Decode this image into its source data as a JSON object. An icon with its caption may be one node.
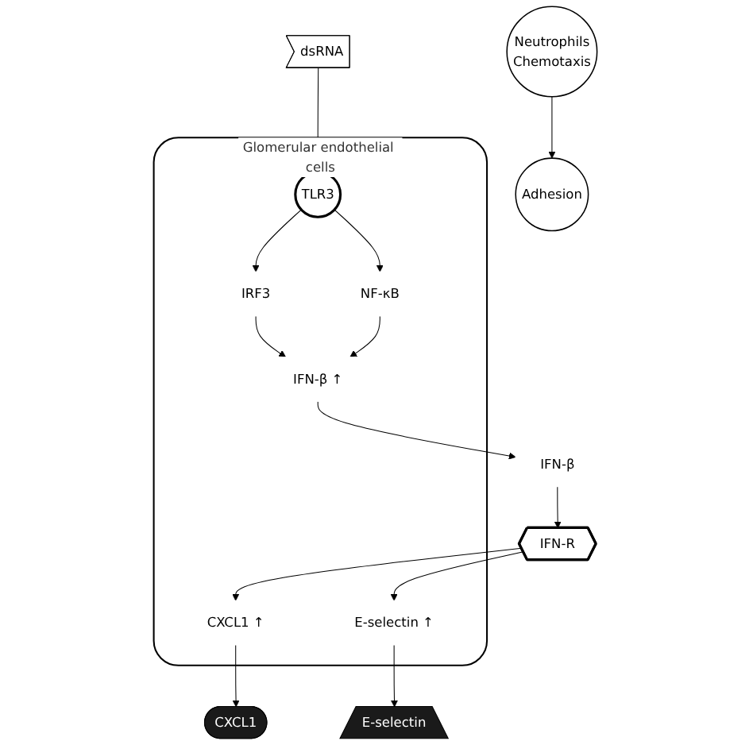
{
  "diagram": {
    "nodes": [
      {
        "text": [
          "Glomerular endothelial cells"
        ]
      },
      {
        "text": [
          "dsRNA"
        ]
      },
      {
        "text": [
          "TLR3"
        ],
        "in": 0
      },
      {
        "text": [
          "IRF3"
        ],
        "in": 0
      },
      {
        "text": [
          "NF-κB"
        ],
        "in": 0
      },
      {
        "text": [
          "IFN-β ↑"
        ],
        "in": 0
      },
      {
        "text": [
          "CXCL1 ↑"
        ],
        "in": 0
      },
      {
        "text": [
          "E-selectin ↑"
        ],
        "in": 0
      },
      {
        "text": [
          "IFN-R"
        ]
      },
      {
        "text": [
          "IFN-β"
        ]
      },
      {
        "text": [
          "CXCL1"
        ]
      },
      {
        "text": [
          "E-selectin"
        ]
      },
      {
        "text": [
          "Neutrophils",
          "Chemotaxis"
        ]
      },
      {
        "text": [
          "Adhesion"
        ]
      }
    ],
    "edges": [
      {
        "from": 1,
        "to": 2,
        "arrow": "to"
      },
      {
        "from": 2,
        "to": 3,
        "arrow": "to"
      },
      {
        "from": 2,
        "to": 4,
        "arrow": "to"
      },
      {
        "from": 3,
        "to": 5,
        "arrow": "to"
      },
      {
        "from": 4,
        "to": 5,
        "arrow": "to"
      },
      {
        "from": 5,
        "to": 9,
        "arrow": "to"
      },
      {
        "from": 9,
        "to": 8,
        "arrow": "to"
      },
      {
        "from": 8,
        "to": 6,
        "arrow": "to"
      },
      {
        "from": 8,
        "to": 7,
        "arrow": "to"
      },
      {
        "from": 6,
        "to": 10,
        "arrow": "to"
      },
      {
        "from": 7,
        "to": 11,
        "arrow": "to"
      },
      {
        "from": 12,
        "to": 13,
        "arrow": "to"
      }
    ]
  }
}
